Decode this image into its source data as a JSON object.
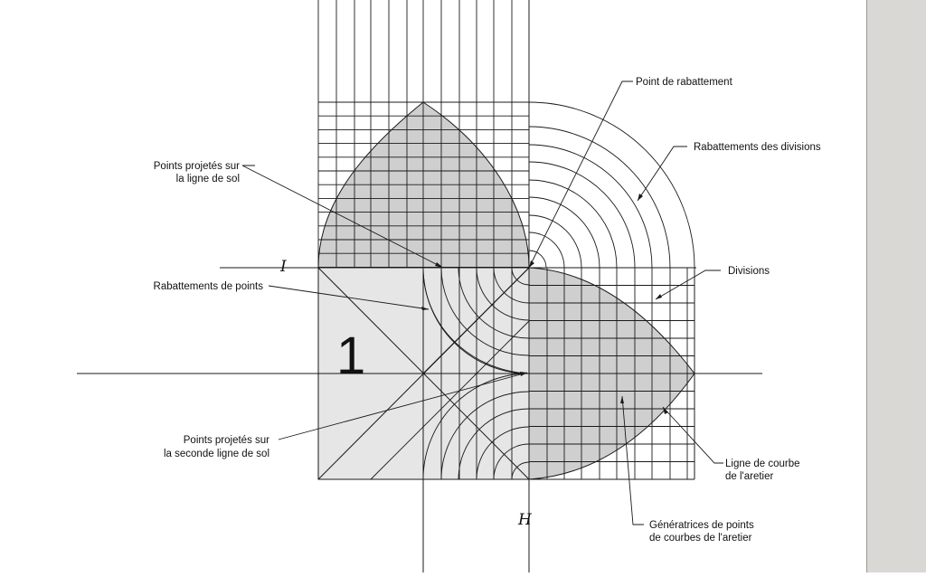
{
  "panel_number": "1",
  "ground_line_mark": "I",
  "second_line_mark": "H",
  "labels": {
    "point_de_rabattement": "Point de rabattement",
    "rabattements_des_divisions": "Rabattements des divisions",
    "points_projetes_l1": "Points projetés sur",
    "points_projetes_l2": "la ligne de sol",
    "divisions": "Divisions",
    "rabattements_de_points": "Rabattements de points",
    "points_projetes_seconde_l1": "Points projetés sur",
    "points_projetes_seconde_l2": "la seconde ligne de sol",
    "ligne_courbe_l1": "Ligne de courbe",
    "ligne_courbe_l2": "de l'aretier",
    "generatrices_l1": "Génératrices de points",
    "generatrices_l2": "de courbes de l'aretier"
  },
  "colors": {
    "stroke": "#1a1a1a",
    "fill_dark": "#cfcfcf",
    "fill_light": "#e6e6e6",
    "panel": "#d9d8d4"
  }
}
